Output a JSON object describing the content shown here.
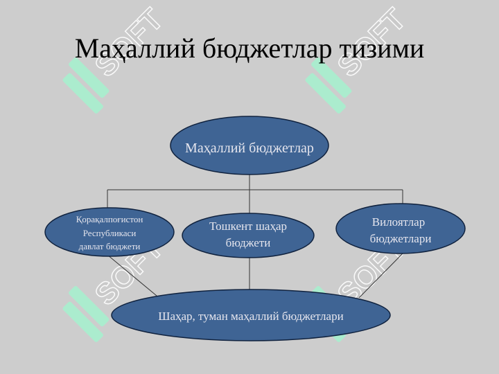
{
  "slide": {
    "title": "Маҳаллий бюджетлар тизими"
  },
  "diagram": {
    "root": {
      "label": "Маҳаллий бюджетлар"
    },
    "level1": [
      {
        "lines": [
          "Қорақалпоғистон",
          "Республикаси",
          "давлат бюджети"
        ]
      },
      {
        "lines": [
          "Тошкент шаҳар",
          "бюджети"
        ]
      },
      {
        "lines": [
          "Вилоятлар",
          "бюджетлари"
        ]
      }
    ],
    "bottom": {
      "label": "Шаҳар, туман маҳаллий бюджетлари"
    }
  },
  "watermark": {
    "text": "SOFT"
  },
  "colors": {
    "background": "#cdcdcd",
    "node_fill": "#3f6494",
    "node_stroke": "#10223e",
    "node_text": "#e6e6ee",
    "watermark_logo": "#a8f0cf",
    "connector": "#333333"
  }
}
